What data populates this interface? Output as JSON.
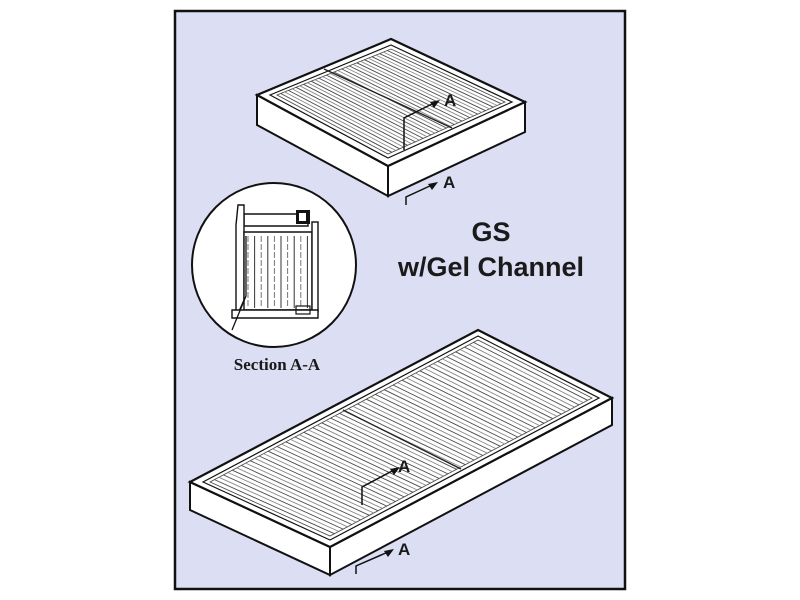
{
  "colors": {
    "panel_background": "#dcdff3",
    "panel_border": "#111111",
    "filter_face": "#ffffff",
    "pleat_line": "#555555",
    "outline": "#111111"
  },
  "title": {
    "line1": "GS",
    "line2": "w/Gel Channel"
  },
  "section_view": {
    "label": "Section A-A"
  },
  "upper_filter": {
    "marker_top": "A",
    "marker_bottom": "A"
  },
  "lower_filter": {
    "marker_top": "A",
    "marker_bottom": "A"
  }
}
